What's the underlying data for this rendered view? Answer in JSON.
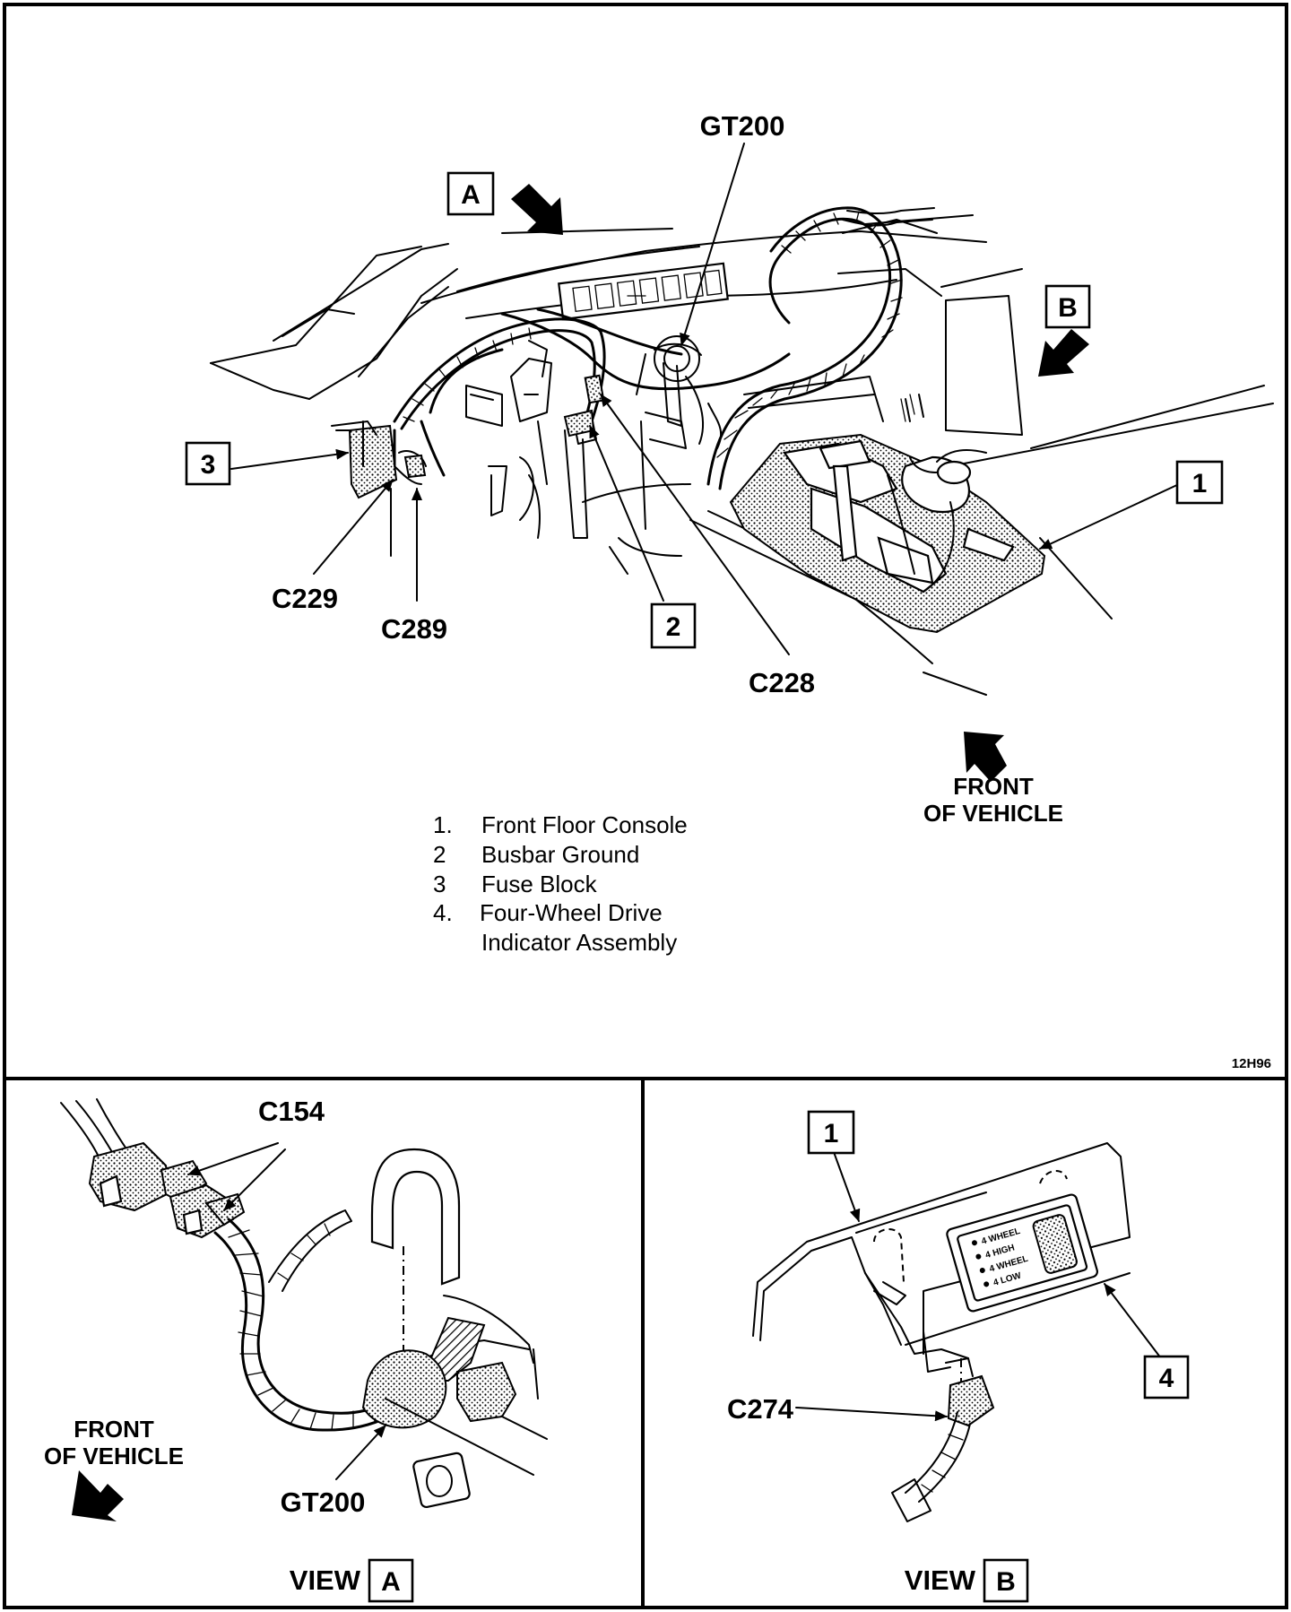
{
  "figure_id": "12H96",
  "callouts": {
    "gt200_top": "GT200",
    "c229": "C229",
    "c289": "C289",
    "c228": "C228",
    "c154": "C154",
    "gt200_view_a": "GT200",
    "c274": "C274"
  },
  "view_boxes": {
    "a_top": "A",
    "b_top": "B",
    "a_view": "A",
    "b_view": "B"
  },
  "number_boxes": {
    "n1_top": "1",
    "n2_top": "2",
    "n3_top": "3",
    "n1_view_b": "1",
    "n4_view_b": "4"
  },
  "front_of_vehicle_top": [
    "FRONT",
    "OF VEHICLE"
  ],
  "front_of_vehicle_view_a": [
    "FRONT",
    "OF VEHICLE"
  ],
  "legend": [
    {
      "num": "1.",
      "text": "Front Floor Console"
    },
    {
      "num": "2",
      "text": "Busbar Ground"
    },
    {
      "num": "3",
      "text": "Fuse Block"
    },
    {
      "num": "4.",
      "text": "Four-Wheel Drive"
    },
    {
      "num": "",
      "text": "Indicator Assembly"
    }
  ],
  "view_a_label": "VIEW",
  "view_b_label": "VIEW",
  "indicator_lines": [
    "4 WHEEL",
    "4 HIGH",
    "4 WHEEL",
    "4 LOW"
  ]
}
